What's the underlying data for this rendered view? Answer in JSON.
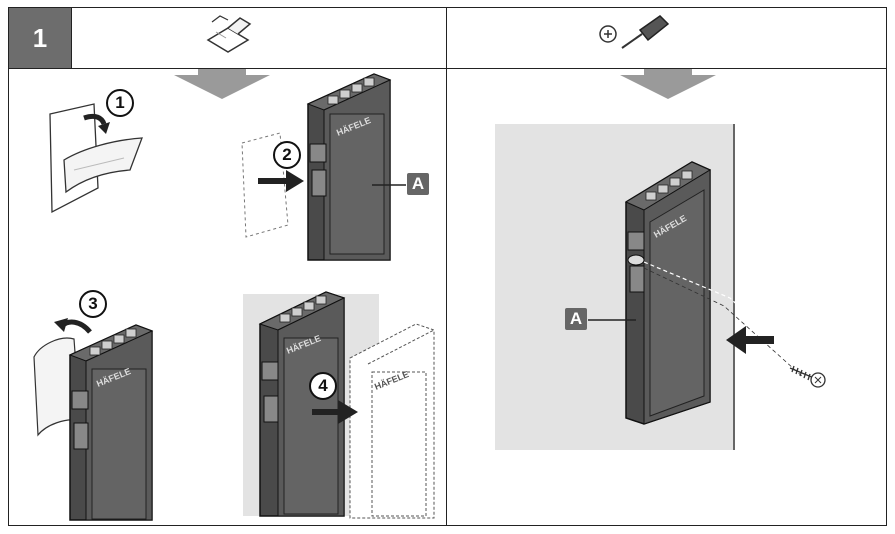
{
  "step": {
    "number": "1"
  },
  "callouts": {
    "a_left": "A",
    "a_right": "A"
  },
  "sub_steps": {
    "s1": "1",
    "s2": "2",
    "s3": "3",
    "s4": "4"
  },
  "brand_text": "HÄFELE",
  "colors": {
    "badge_bg": "#6d6d6d",
    "arrow_gray": "#9a9a9a",
    "wall_gray": "#e3e3e3",
    "device_dark": "#4a4a4a"
  },
  "icons": {
    "tape": "adhesive-tape-icon",
    "screwdriver": "screwdriver-icon"
  }
}
